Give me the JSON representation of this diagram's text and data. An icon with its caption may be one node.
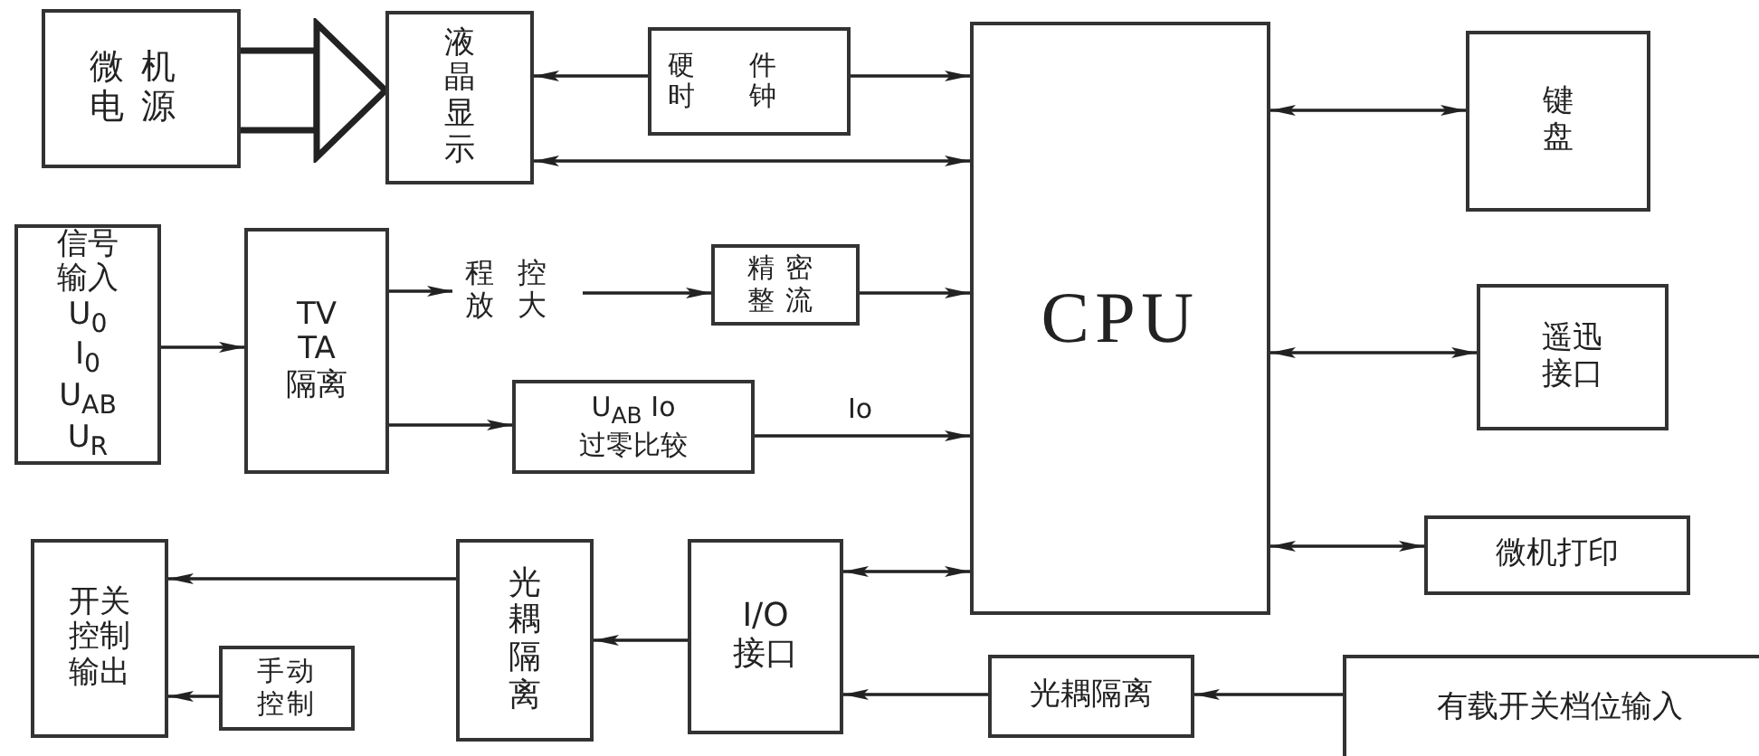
{
  "diagram": {
    "nodes": [
      {
        "text": [
          "微机电源"
        ]
      },
      {
        "text": [
          "液晶显示"
        ]
      },
      {
        "text": [
          "硬件时钟"
        ]
      },
      {
        "text": [
          "CPU"
        ]
      },
      {
        "text": [
          "键盘"
        ]
      },
      {
        "text": [
          "信号输入",
          "U$_{0}$",
          "I$_{0}$",
          "U$_{AB}$",
          "U$_{R}$"
        ]
      },
      {
        "text": [
          "TV",
          "TA",
          "隔离"
        ]
      },
      {
        "text": [
          "程控放大"
        ]
      },
      {
        "text": [
          "精密整流"
        ]
      },
      {
        "text": [
          "遥迅接口"
        ]
      },
      {
        "text": [
          "U$_{AB}$ Io",
          "过零比较"
        ]
      },
      {
        "text": [
          "微机打印"
        ]
      },
      {
        "text": [
          "开关控制输出"
        ]
      },
      {
        "text": [
          "光耦隔离"
        ]
      },
      {
        "text": [
          "I/O 接口"
        ]
      },
      {
        "text": [
          "手动控制"
        ]
      },
      {
        "text": [
          "光耦隔离"
        ]
      },
      {
        "text": [
          "有载开关档位输入"
        ]
      }
    ],
    "edges": [
      {
        "from": 0,
        "to": 1,
        "arrow": "to",
        "style": "thick"
      },
      {
        "from": 2,
        "to": 1,
        "arrow": "to"
      },
      {
        "from": 2,
        "to": 3,
        "arrow": "to"
      },
      {
        "from": 3,
        "to": 1,
        "arrow": "both"
      },
      {
        "from": 3,
        "to": 4,
        "arrow": "both"
      },
      {
        "from": 5,
        "to": 6,
        "arrow": "to"
      },
      {
        "from": 6,
        "to": 7,
        "arrow": "to"
      },
      {
        "from": 7,
        "to": 8,
        "arrow": "to"
      },
      {
        "from": 8,
        "to": 3,
        "arrow": "to"
      },
      {
        "from": 6,
        "to": 10,
        "arrow": "to"
      },
      {
        "from": 10,
        "to": 3,
        "arrow": "to",
        "label": "Io"
      },
      {
        "from": 3,
        "to": 9,
        "arrow": "both"
      },
      {
        "from": 3,
        "to": 11,
        "arrow": "both"
      },
      {
        "from": 3,
        "to": 14,
        "arrow": "both"
      },
      {
        "from": 14,
        "to": 13,
        "arrow": "to"
      },
      {
        "from": 13,
        "to": 12,
        "arrow": "to"
      },
      {
        "from": 15,
        "to": 12,
        "arrow": "to"
      },
      {
        "from": 17,
        "to": 16,
        "arrow": "to"
      },
      {
        "from": 16,
        "to": 14,
        "arrow": "to"
      }
    ]
  }
}
